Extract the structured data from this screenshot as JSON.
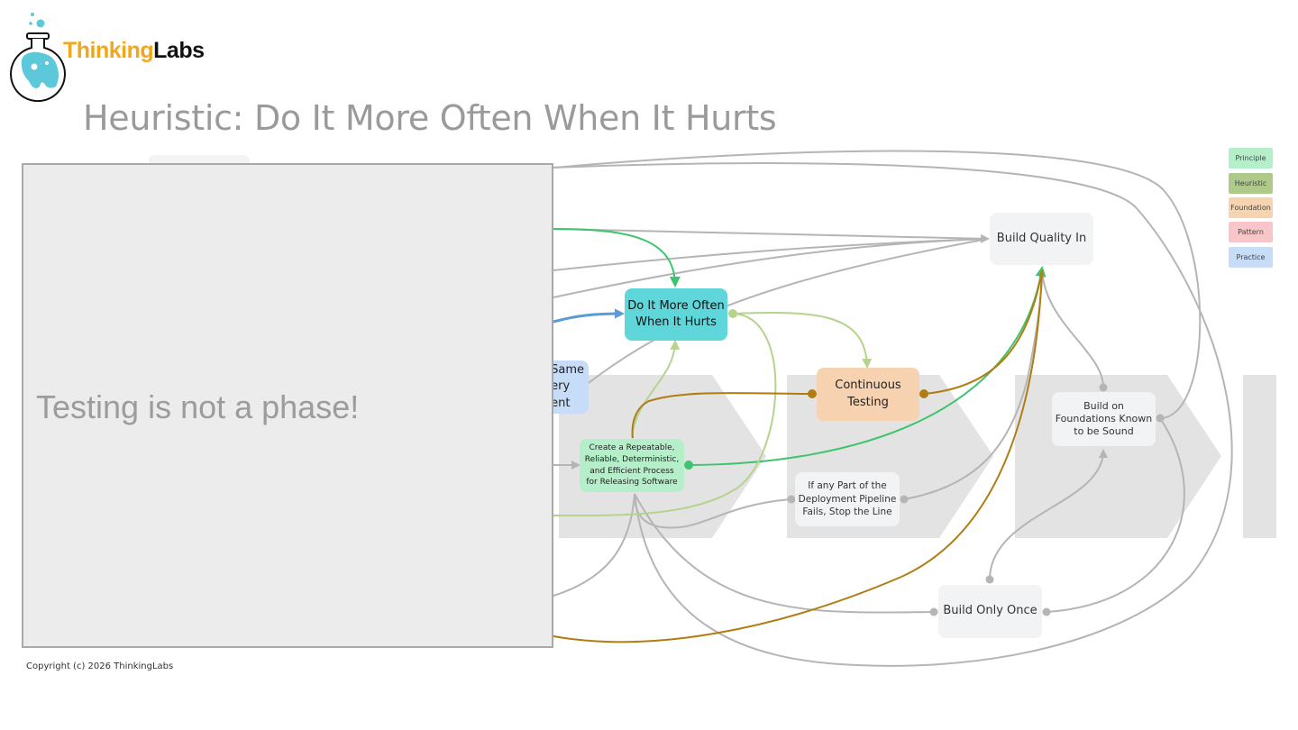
{
  "logo": {
    "text_thinking": "Thinking",
    "text_labs": "Labs"
  },
  "title": "Heuristic: Do It More Often When It Hurts",
  "overlay": {
    "text": "Testing is not a phase!"
  },
  "nodes": {
    "build_quality_in": "Build Quality In",
    "do_it_more_often_line1": "Do It More Often",
    "do_it_more_often_line2": "When It Hurts",
    "continuous_testing_line1": "Continuous",
    "continuous_testing_line2": "Testing",
    "build_on_foundations_line1": "Build on",
    "build_on_foundations_line2": "Foundations Known",
    "build_on_foundations_line3": "to be Sound",
    "repeatable_process_line1": "Create a Repeatable,",
    "repeatable_process_line2": "Reliable, Deterministic,",
    "repeatable_process_line3": "and Efficient Process",
    "repeatable_process_line4": "for Releasing Software",
    "stop_the_line_line1": "If any Part of the",
    "stop_the_line_line2": "Deployment Pipeline",
    "stop_the_line_line3": "Fails, Stop the Line",
    "build_only_once": "Build Only Once",
    "partial_line1": "Same",
    "partial_line2": "ery",
    "partial_line3": "ent"
  },
  "legend": [
    {
      "label": "Principle",
      "color": "#b4efc9"
    },
    {
      "label": "Heuristic",
      "color": "#aec98a"
    },
    {
      "label": "Foundation",
      "color": "#f6d4b0"
    },
    {
      "label": "Pattern",
      "color": "#f8c6c9"
    },
    {
      "label": "Practice",
      "color": "#c7dcf6"
    }
  ],
  "colors": {
    "principle": "#b4efc9",
    "heuristic_focus": "#5fd7da",
    "foundation": "#f7d2b0",
    "practice": "#c7dcf6",
    "neutral_node": "#f2f3f4",
    "chevron": "#e3e3e3",
    "edge_gray": "#b5b5b5",
    "edge_green": "#3ec46d",
    "edge_lightgreen": "#b4d48e",
    "edge_gold": "#b07d12",
    "edge_blue": "#5b9bd5"
  },
  "copyright": "Copyright (c) 2026 ThinkingLabs"
}
